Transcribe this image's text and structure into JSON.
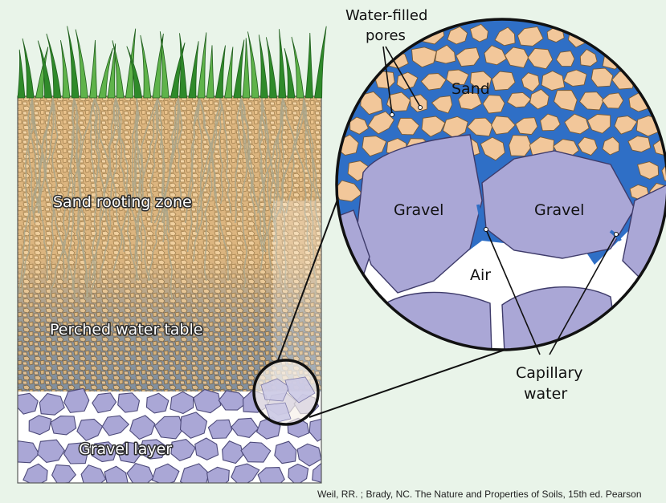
{
  "labels": {
    "sand_rooting_zone": "Sand rooting zone",
    "perched_water_table": "Perched water table",
    "gravel_layer": "Gravel layer",
    "water_filled_line1": "Water-filled",
    "water_filled_line2": "pores",
    "sand": "Sand",
    "gravel_left": "Gravel",
    "gravel_right": "Gravel",
    "air": "Air",
    "capillary_line1": "Capillary",
    "capillary_line2": "water"
  },
  "credit": "Weil, RR. ; Brady, NC. The Nature and Properties of Soils, 15th ed. Pearson",
  "colors": {
    "background": "#e9f4e9",
    "sand": "#f2c79a",
    "sand_dark": "#d7a36b",
    "gravel": "#aaa7d6",
    "gravel_stroke": "#4d4a7a",
    "water": "#2f6fc6",
    "grass": "#2f8a2a",
    "roots": "#a8a58b"
  }
}
